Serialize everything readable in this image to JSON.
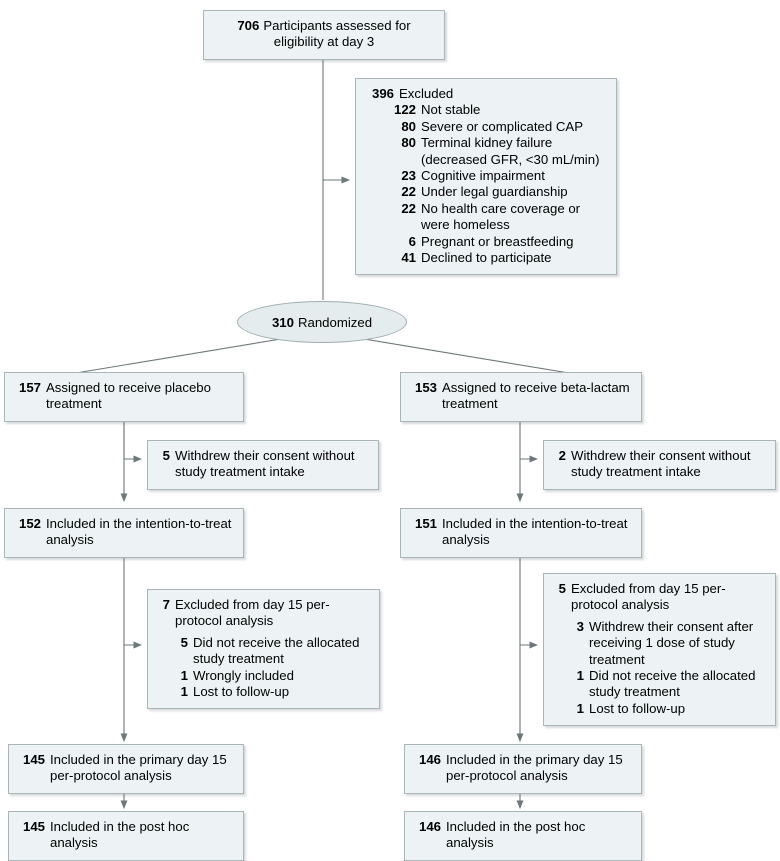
{
  "diagram": {
    "title": "CONSORT participant flow diagram",
    "colors": {
      "node_fill": "#edf3f4",
      "node_border": "#aab5b8",
      "ellipse_fill": "#e4eced",
      "line": "#6e7779",
      "text": "#000000"
    },
    "nodes": {
      "assessed": {
        "n": "706",
        "text": "Participants assessed for eligibility at day 3"
      },
      "excluded": {
        "n": "396",
        "text": "Excluded",
        "reasons": [
          {
            "n": "122",
            "text": "Not stable"
          },
          {
            "n": "80",
            "text": "Severe or complicated CAP"
          },
          {
            "n": "80",
            "text": "Terminal kidney failure (decreased GFR, <30 mL/min)"
          },
          {
            "n": "23",
            "text": "Cognitive impairment"
          },
          {
            "n": "22",
            "text": "Under legal guardianship"
          },
          {
            "n": "22",
            "text": "No health care coverage or were homeless"
          },
          {
            "n": "6",
            "text": "Pregnant or breastfeeding"
          },
          {
            "n": "41",
            "text": "Declined to participate"
          }
        ]
      },
      "randomized": {
        "n": "310",
        "text": "Randomized"
      },
      "placebo_assigned": {
        "n": "157",
        "text": "Assigned to receive placebo treatment"
      },
      "betalactam_assigned": {
        "n": "153",
        "text": "Assigned to receive beta-lactam treatment"
      },
      "placebo_withdrew": {
        "n": "5",
        "text": "Withdrew their consent without study treatment intake"
      },
      "betalactam_withdrew": {
        "n": "2",
        "text": "Withdrew their consent without study treatment intake"
      },
      "placebo_itt": {
        "n": "152",
        "text": "Included in the intention-to-treat analysis"
      },
      "betalactam_itt": {
        "n": "151",
        "text": "Included in the intention-to-treat analysis"
      },
      "placebo_excluded_pp": {
        "n": "7",
        "text": "Excluded from day 15 per-protocol analysis",
        "reasons": [
          {
            "n": "5",
            "text": "Did not receive the allocated study treatment"
          },
          {
            "n": "1",
            "text": "Wrongly included"
          },
          {
            "n": "1",
            "text": "Lost to follow-up"
          }
        ]
      },
      "betalactam_excluded_pp": {
        "n": "5",
        "text": "Excluded from day 15 per-protocol analysis",
        "reasons": [
          {
            "n": "3",
            "text": "Withdrew their consent after receiving 1 dose of study treatment"
          },
          {
            "n": "1",
            "text": "Did not receive the allocated study treatment"
          },
          {
            "n": "1",
            "text": "Lost to follow-up"
          }
        ]
      },
      "placebo_pp": {
        "n": "145",
        "text": "Included in the primary day 15 per-protocol analysis"
      },
      "betalactam_pp": {
        "n": "146",
        "text": "Included in the primary day 15 per-protocol analysis"
      },
      "placebo_posthoc": {
        "n": "145",
        "text": "Included in the post hoc analysis"
      },
      "betalactam_posthoc": {
        "n": "146",
        "text": "Included in the post hoc analysis"
      }
    }
  }
}
